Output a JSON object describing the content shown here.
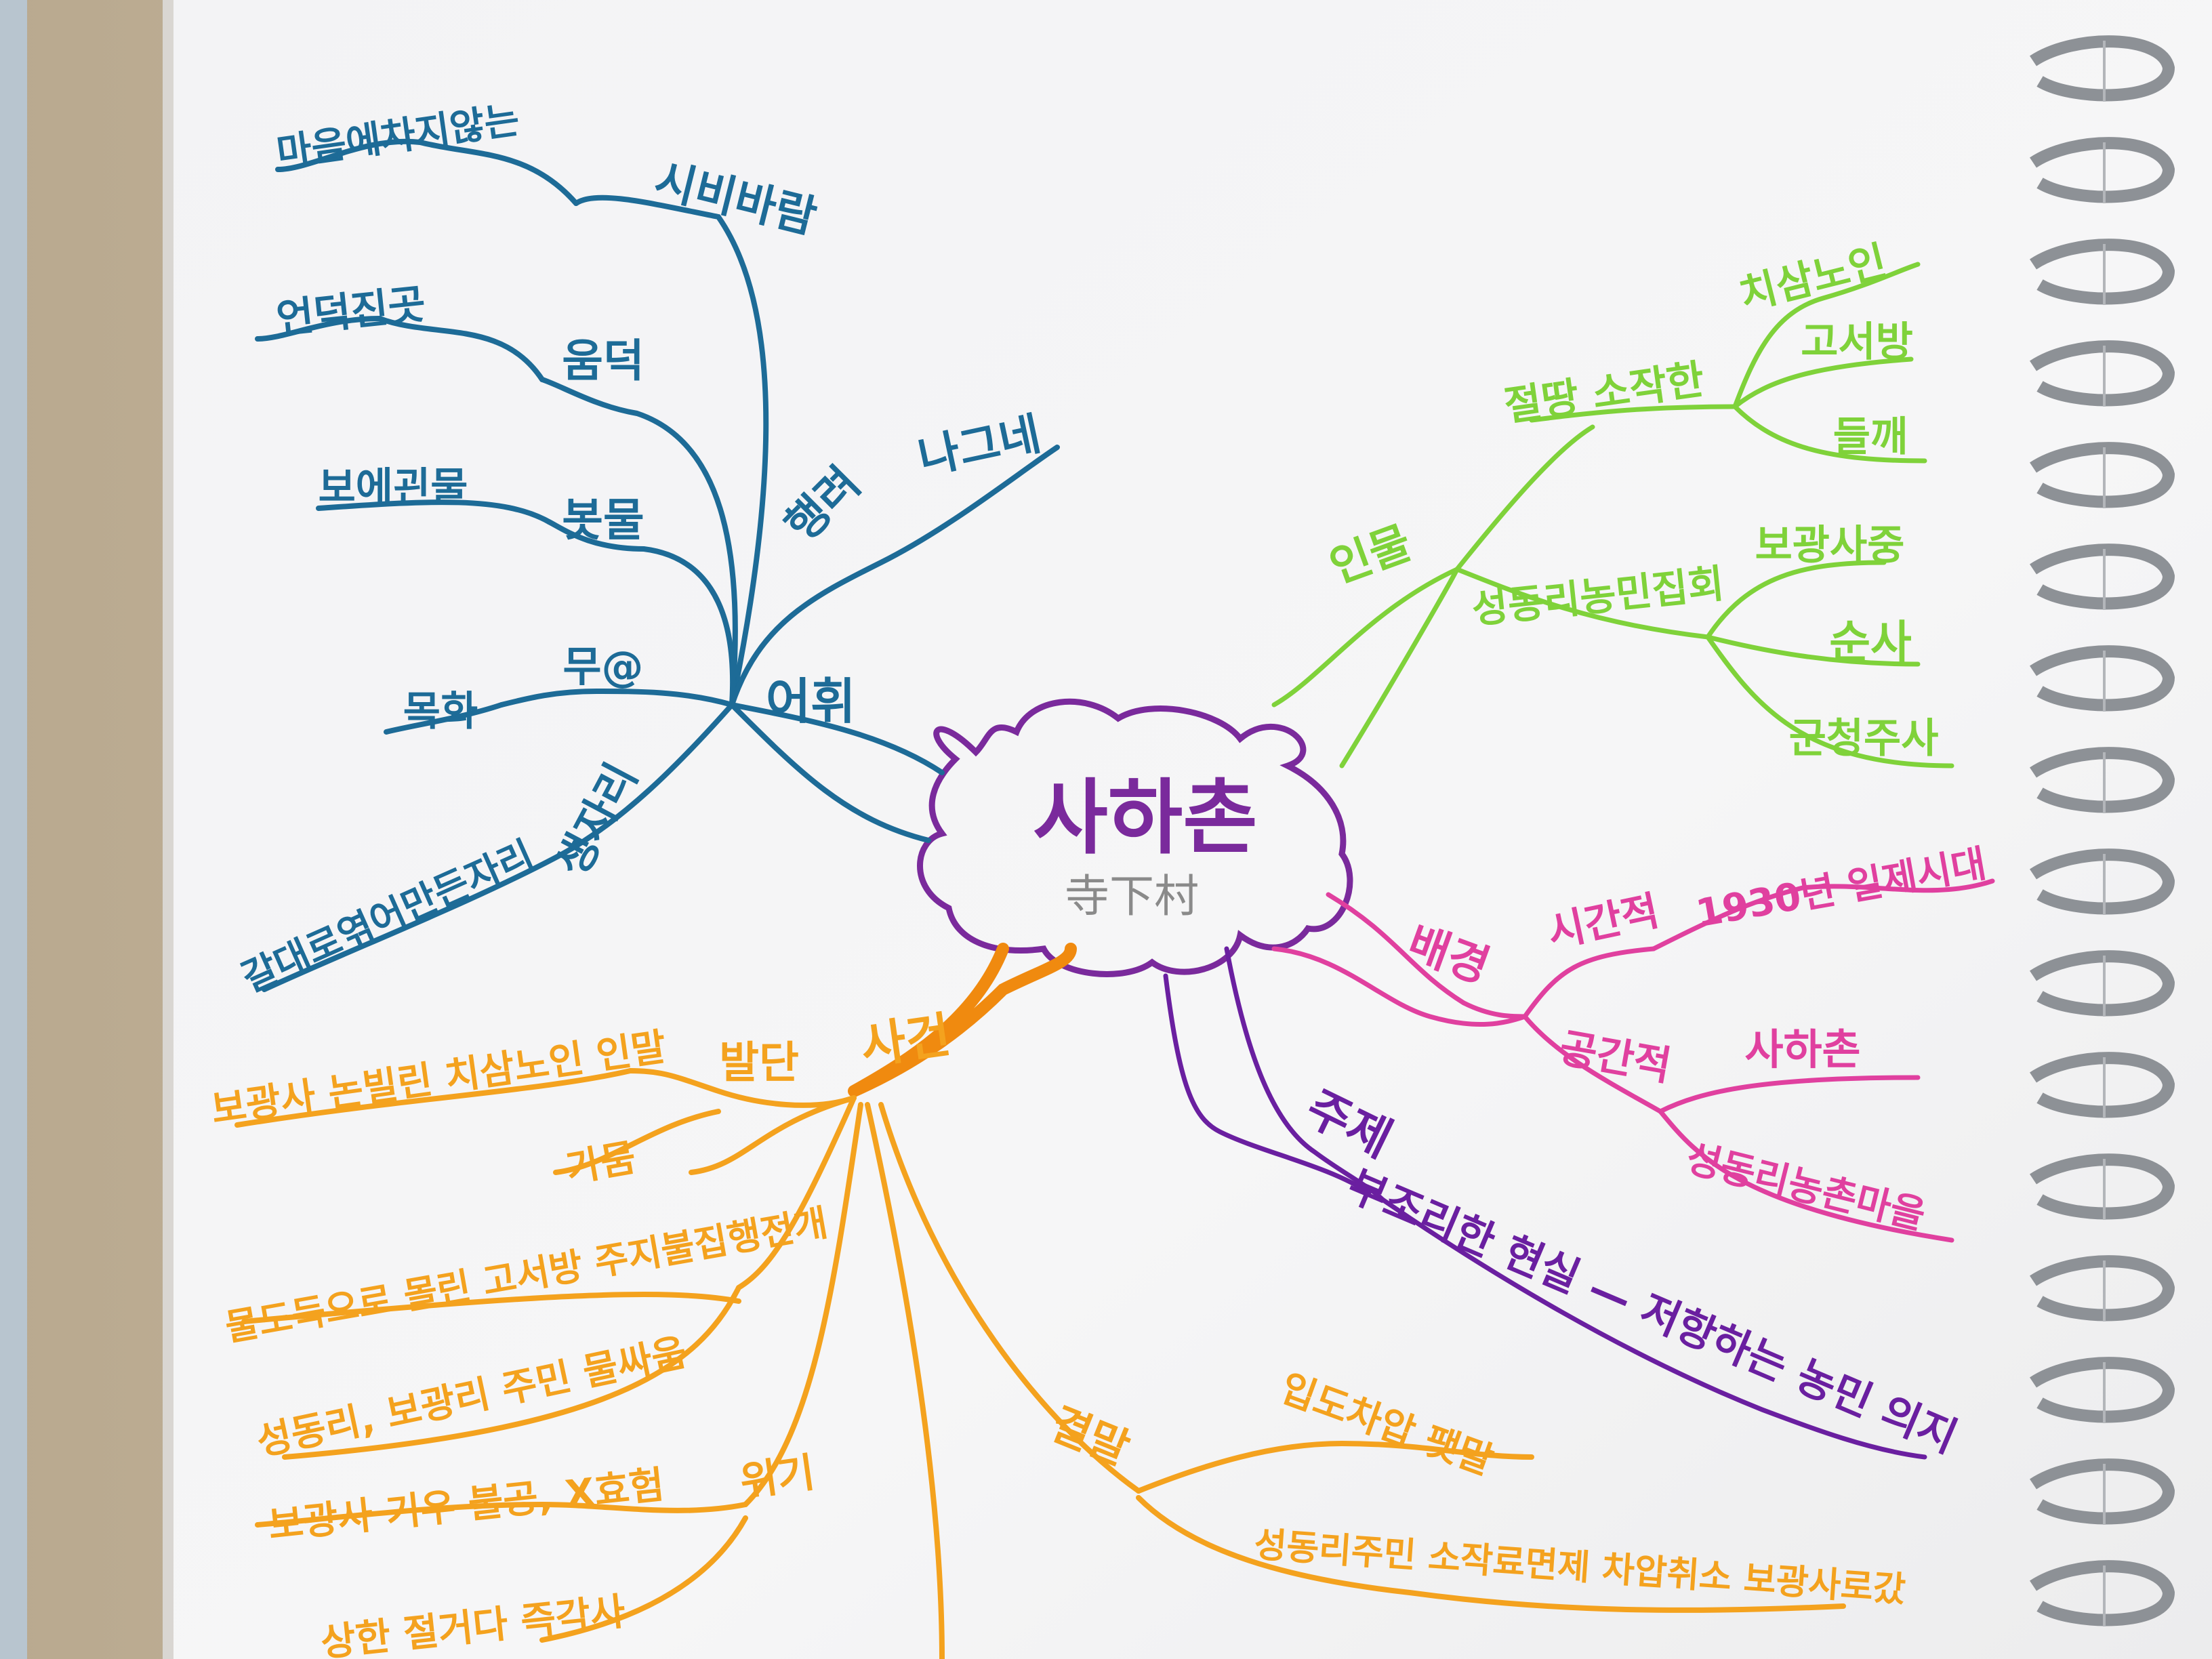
{
  "center": {
    "title": "사하촌",
    "subtitle": "寺下村"
  },
  "colors": {
    "center": "#7a2a9c",
    "vocab": "#1d6b97",
    "characters": "#7fd23a",
    "setting": "#e0409f",
    "theme": "#6a1fa0",
    "events": "#f4a21e",
    "events_dark": "#f08a0f"
  },
  "vocab": {
    "label": "어휘",
    "items": [
      {
        "word": "시비바람",
        "meaning": "마음에차지않는"
      },
      {
        "word": "움덕",
        "meaning": "언덕진곳"
      },
      {
        "word": "봇물",
        "meaning": "보에괸물"
      },
      {
        "word": "무@",
        "meaning": "목화"
      },
      {
        "word": "생자리",
        "meaning": "갈대로엮어만든자리"
      },
      {
        "word": "행려",
        "meaning": "나그네"
      }
    ]
  },
  "characters": {
    "label": "인물",
    "groups": [
      {
        "name": "절땅 소작한",
        "members": [
          "치삼노인",
          "고서방",
          "들깨"
        ]
      },
      {
        "name": "성동리농민집회",
        "members": [
          "보광사중",
          "순사",
          "군청주사"
        ]
      }
    ]
  },
  "setting": {
    "label": "배경",
    "time": {
      "label": "시간적",
      "value": "1930년 일제시대"
    },
    "space": {
      "label": "공간적",
      "values": [
        "사하촌",
        "성동리농촌마을"
      ]
    }
  },
  "theme": {
    "label": "주제",
    "value": "부조리한 현실 — 저항하는 농민 의지"
  },
  "events": {
    "label": "사건",
    "stages": [
      {
        "label": "발단",
        "items": [
          "보광사 논빌린 치삼노인 인말"
        ]
      },
      {
        "label": "전개",
        "items": [
          "가뭄",
          "물도둑으로 몰린 고서방 주지불집행전개",
          "성동리, 보광리 주민 물싸움"
        ]
      },
      {
        "label": "위기",
        "items": [
          "보광사 기우 불공, X효험",
          "상한 절거다 즉각사"
        ]
      },
      {
        "label": "결말",
        "items": [
          "입도차압 팻말",
          "성동리주민 소작료면제 차압취소 보광사로갔"
        ]
      }
    ]
  },
  "icons": {
    "binding": "spiral-binding-icon"
  }
}
